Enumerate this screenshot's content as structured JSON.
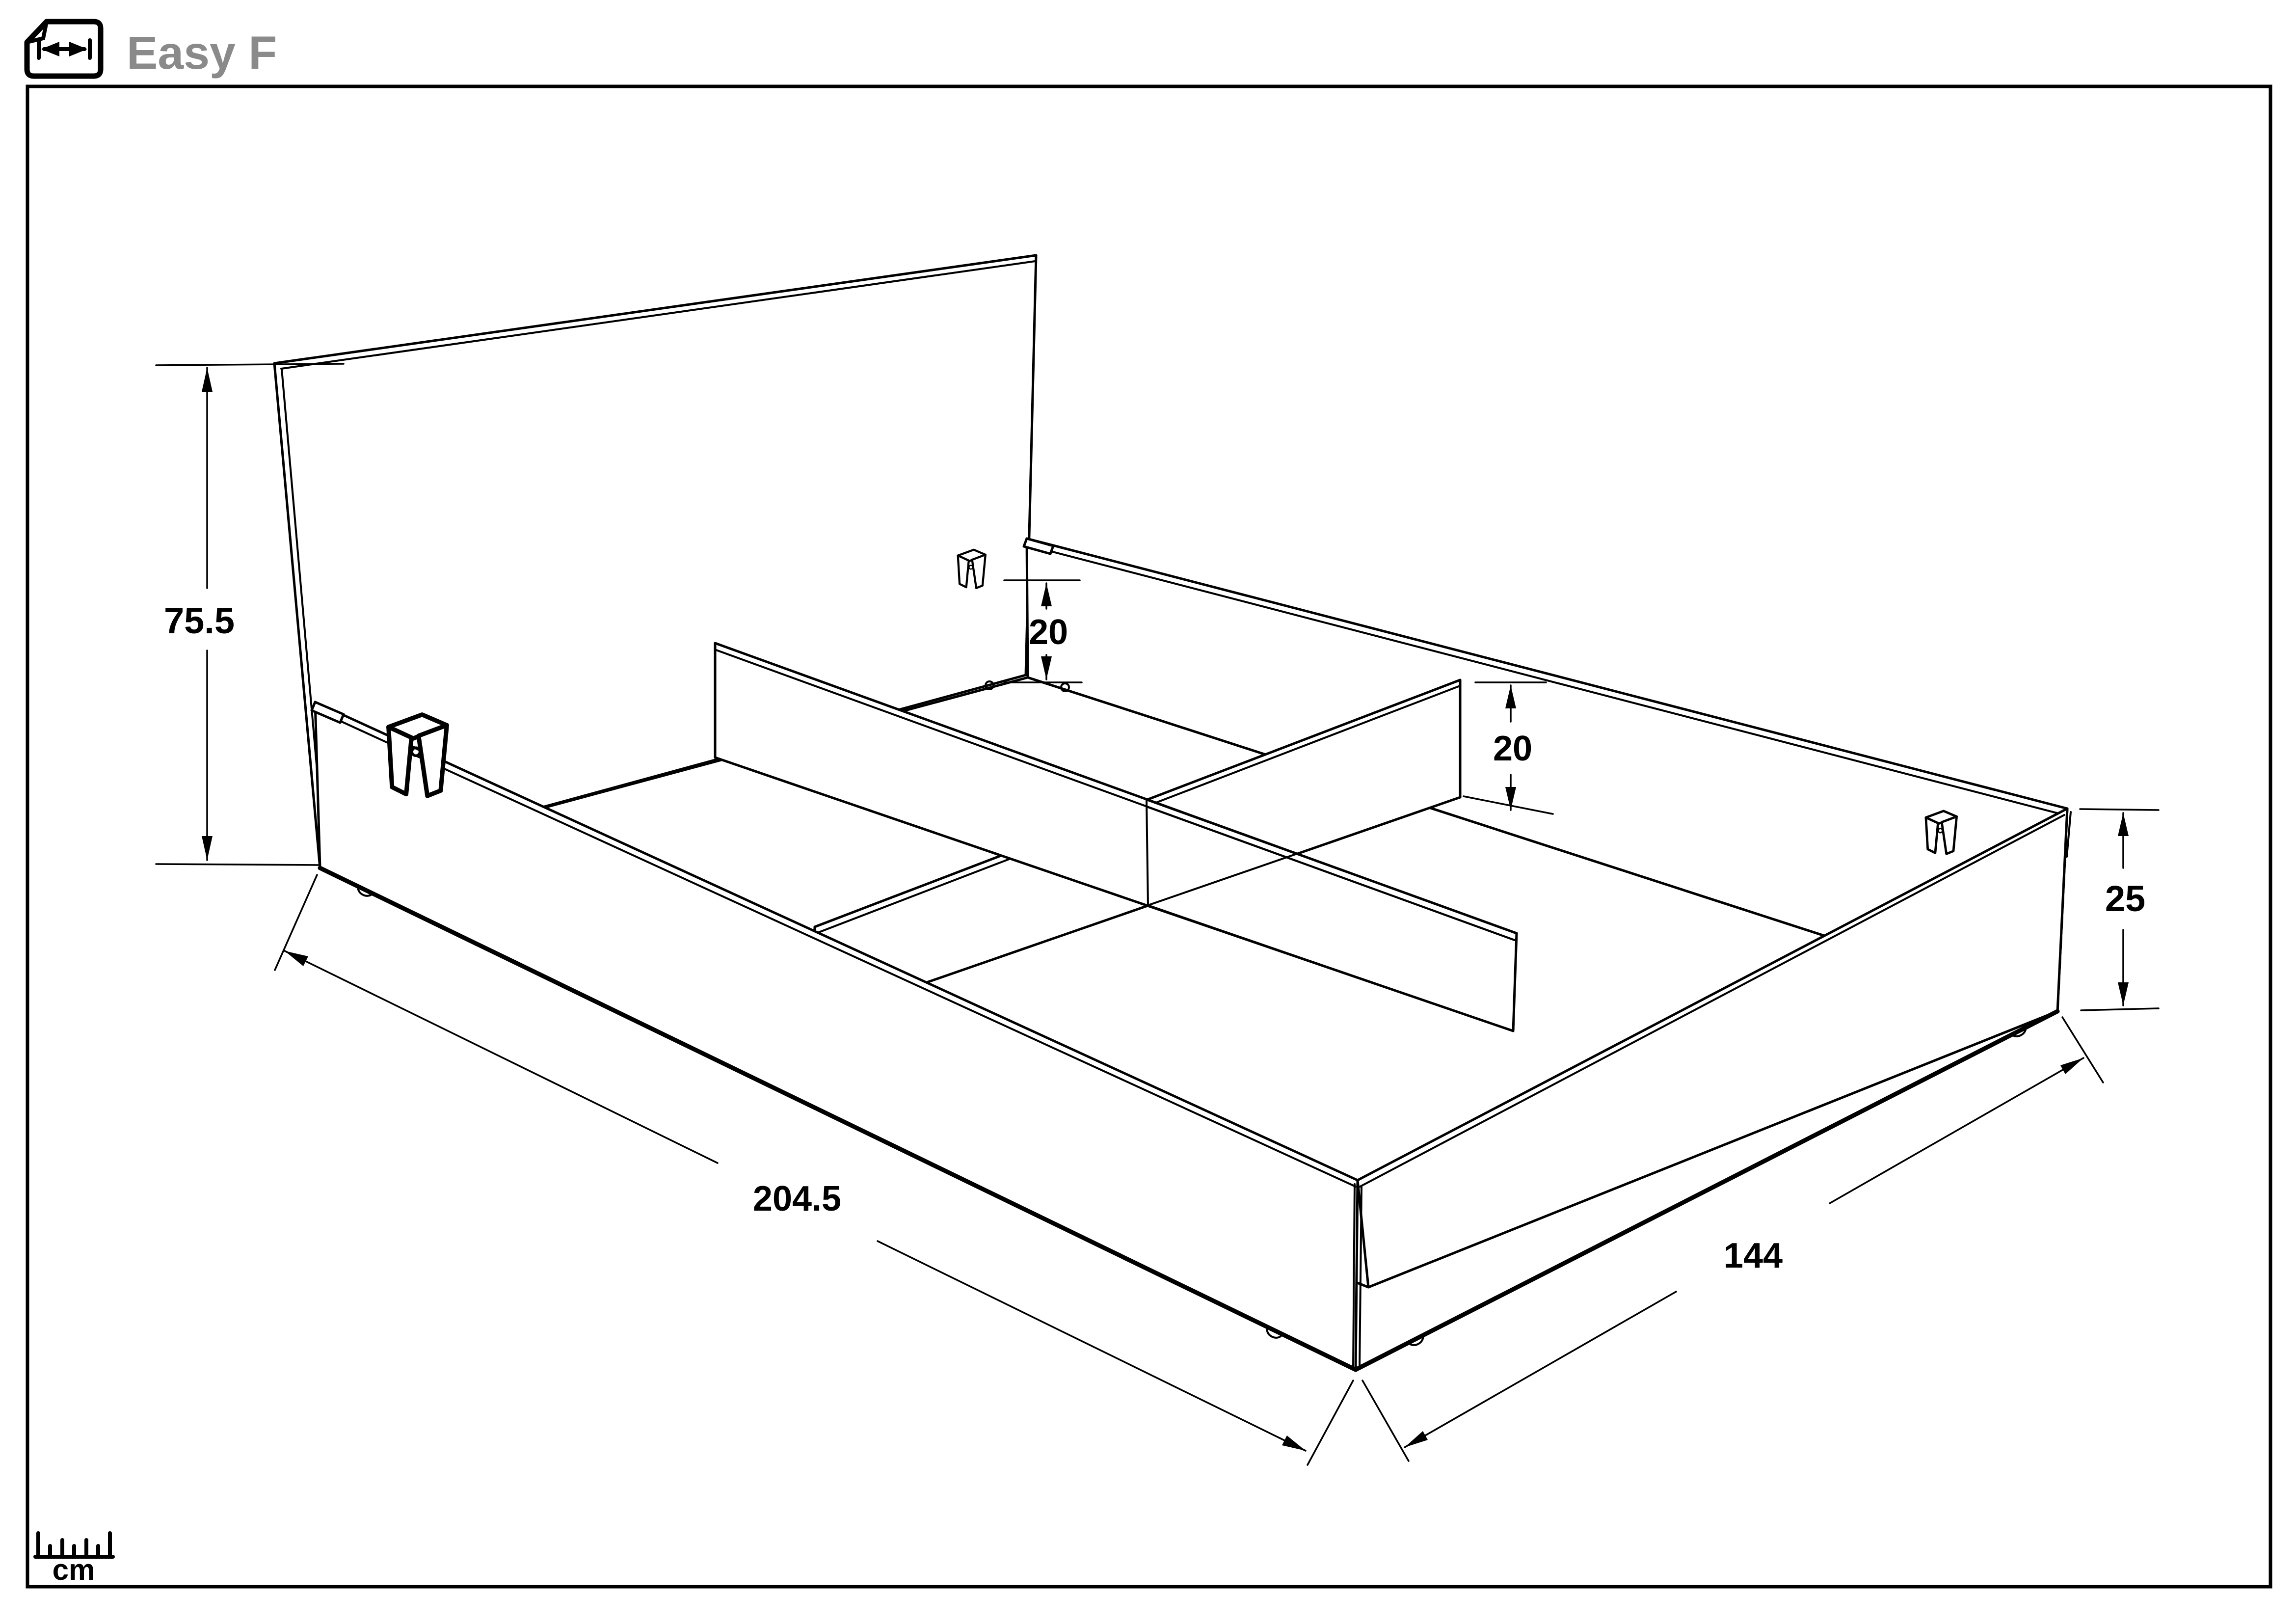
{
  "header": {
    "title": "Easy F",
    "icon": "document-width-dimension-icon"
  },
  "drawing": {
    "subject": "bed-frame-assembly-dimension-drawing",
    "dimensions": {
      "headboard_height": "75.5",
      "left_divider_height": "20",
      "right_divider_height": "20",
      "side_height": "25",
      "frame_length": "204.5",
      "frame_width": "144"
    }
  },
  "scale_indicator": {
    "unit": "cm",
    "icon": "ruler-icon"
  },
  "colors": {
    "line": "#000000",
    "title_gray": "#8a8a8a",
    "background": "#ffffff"
  }
}
